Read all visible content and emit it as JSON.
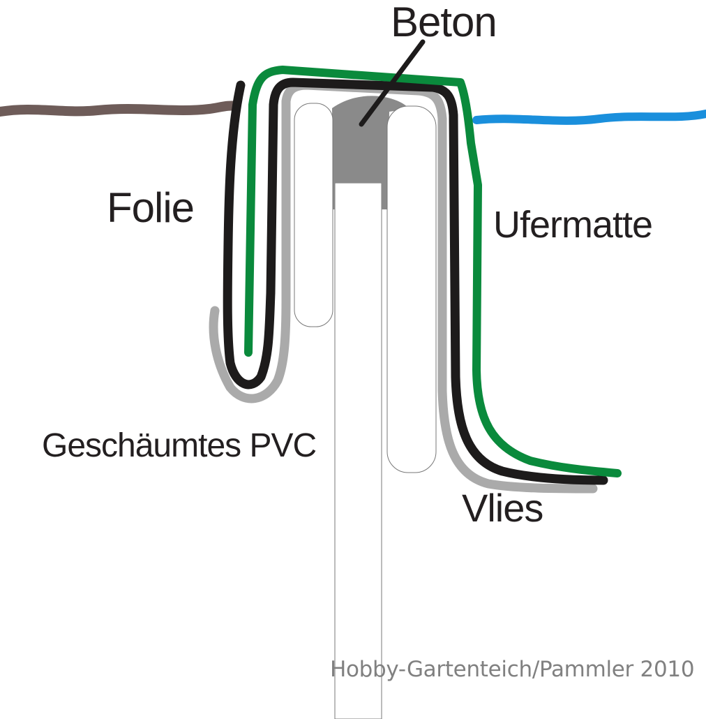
{
  "labels": {
    "beton": "Beton",
    "folie": "Folie",
    "ufermatte": "Ufermatte",
    "pvc": "Geschäumtes PVC",
    "vlies": "Vlies"
  },
  "credit": "Hobby-Gartenteich/Pammler 2010",
  "colors": {
    "soil": "#6e5c59",
    "water": "#1a8fdc",
    "ufermatte": "#0a8a3c",
    "folie": "#1d1b1b",
    "vlies": "#aaaaaa",
    "beton": "#8a8a8a",
    "text": "#231f20",
    "credit": "#808080",
    "outline": "#777777"
  }
}
